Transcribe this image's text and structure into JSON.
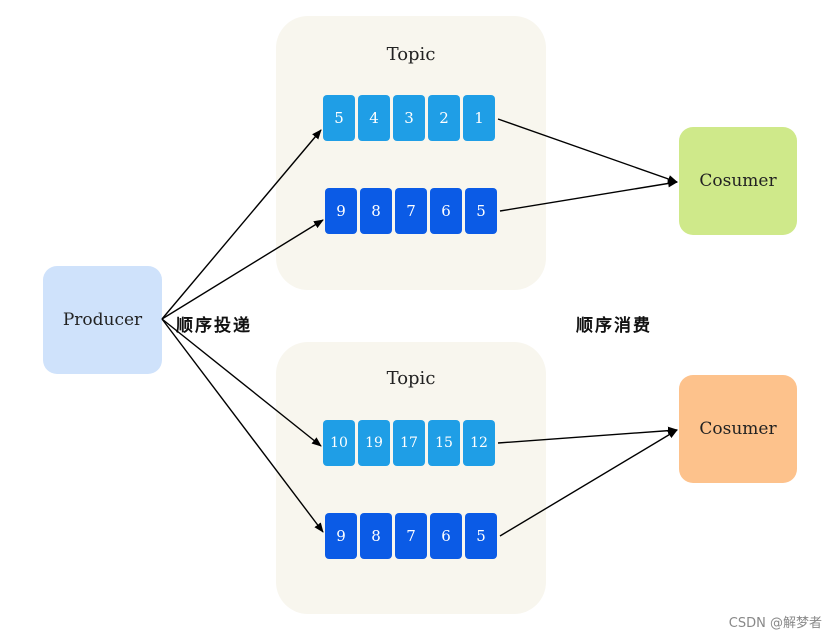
{
  "producer": {
    "label": "Producer"
  },
  "labels": {
    "send": "顺序投递",
    "consume": "顺序消费"
  },
  "topics": [
    {
      "title": "Topic",
      "queues": [
        {
          "cells": [
            "5",
            "4",
            "3",
            "2",
            "1"
          ]
        },
        {
          "cells": [
            "9",
            "8",
            "7",
            "6",
            "5"
          ]
        }
      ]
    },
    {
      "title": "Topic",
      "queues": [
        {
          "cells": [
            "10",
            "19",
            "17",
            "15",
            "12"
          ]
        },
        {
          "cells": [
            "9",
            "8",
            "7",
            "6",
            "5"
          ]
        }
      ]
    }
  ],
  "consumers": [
    {
      "label": "Cosumer",
      "color": "#cfe98a"
    },
    {
      "label": "Cosumer",
      "color": "#fdc28c"
    }
  ],
  "colors": {
    "producer": "#cfe2fb",
    "queue_light": "#1f9ee6",
    "queue_dark": "#0b5be6",
    "topic_bg": "#f8f6ee"
  },
  "watermark": "CSDN @解梦者"
}
